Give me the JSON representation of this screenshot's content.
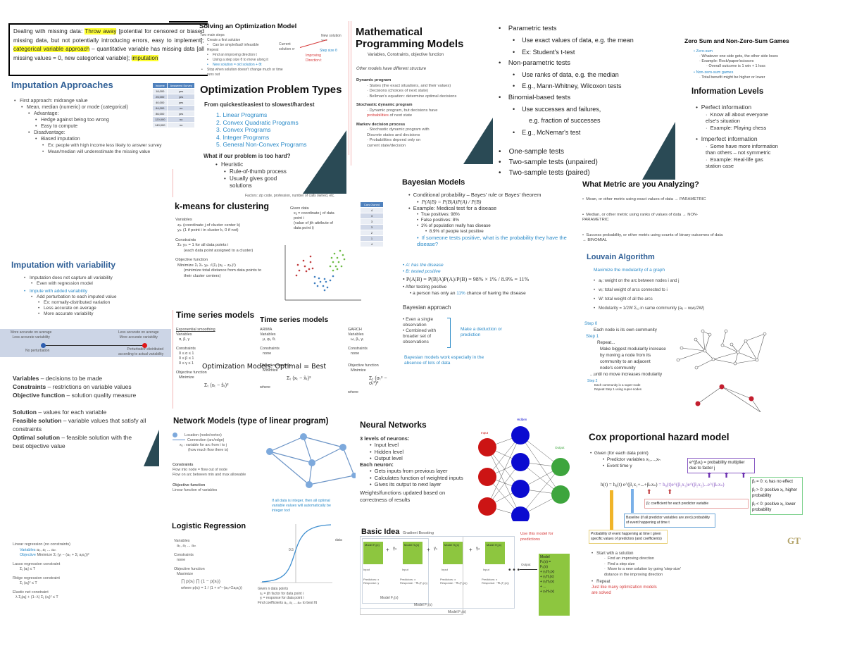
{
  "missing_data": {
    "prefix": "Dealing with missing data: ",
    "hl1": "Throw away",
    "t1": " [potential for censored or biased missing data, but not potentially introducing errors, easy to implement]; ",
    "hl2": "categorical variable approach",
    "t2": " – quantitative variable has missing data [all missing values = 0, new categorical variable]; ",
    "hl3": "imputation"
  },
  "imputation_approaches": {
    "title": "Imputation Approaches",
    "items": [
      "First approach: midrange value",
      "Mean, median (numeric) or mode (categorical)",
      "Advantage:",
      "Hedge against being too wrong",
      "Easy to compute",
      "Disadvantage:",
      "Biased imputation",
      "Ex: people with high income less likely to answer survey",
      "Mean/median will underestimate the missing value"
    ],
    "table": {
      "headers": [
        "Income",
        "Answered Survey"
      ],
      "rows": [
        [
          "18,000",
          "yes"
        ],
        [
          "25,000",
          "yes"
        ],
        [
          "40,000",
          "yes"
        ],
        [
          "64,000",
          "no"
        ],
        [
          "86,000",
          "yes"
        ],
        [
          "120,000",
          "no"
        ],
        [
          "140,000",
          "no"
        ]
      ]
    }
  },
  "imputation_variability": {
    "title": "Imputation with variability",
    "items": [
      "Imputation does not capture all variability",
      "Even with regression model",
      "Impute with added variability",
      "Add perturbation to each imputed value",
      "Ex: normally-distributed variation",
      "Less accurate on average",
      "More accurate variability"
    ],
    "scale": {
      "left_top": "More accurate on average\nLess accurate variability",
      "right_top": "Less accurate on average\nMore accurate variability",
      "left_bottom": "No perturbation",
      "right_bottom": "Perturbation distributed\naccording to actual variability"
    }
  },
  "definitions": [
    {
      "term": "Variables",
      "desc": " – decisions to be made"
    },
    {
      "term": "Constraints",
      "desc": " – restrictions on variable values"
    },
    {
      "term": "Objective function",
      "desc": " – solution quality measure"
    },
    {
      "term": "Solution",
      "desc": " – values for each variable"
    },
    {
      "term": "Feasible solution",
      "desc": " – variable values that satisfy all constraints"
    },
    {
      "term": "Optimal solution",
      "desc": " – feasible solution with the best objective value"
    }
  ],
  "regression_constraints": {
    "l1": "Linear regression (no constraints)",
    "l2_label": "Variables",
    "l2": " a₀, a₁ ... aₘ",
    "l3_label": "Objective",
    "l3": " Minimize Σᵢ (yᵢ − (a₀ + Σⱼ aⱼxᵢⱼ))²",
    "l4": "Lasso regression constraint",
    "l5": "Σⱼ |aⱼ| ≤ T",
    "l6": "Ridge regression constraint",
    "l7": "Σⱼ (aⱼ)² ≤ T",
    "l8": "Elastic net constraint",
    "l9": "λ Σⱼ|aⱼ| + (1−λ) Σⱼ (aⱼ)² ≤ T"
  },
  "solving": {
    "title": "Solving an Optimization Model",
    "intro": "Two main steps",
    "items": [
      "Create a first solution",
      "Can be simple/bad/ infeasible",
      "Repeat",
      "Find an improving direction t",
      "Using a step size θ to move along it",
      "New solution = old solution + θt",
      "Stop when solution doesn't change much or time runs out"
    ],
    "diagram": {
      "current": "Current solution xⁿ",
      "new": "New solution xⁿ⁺¹",
      "step": "Step size θ",
      "dir": "Improving Direction t"
    }
  },
  "opt_types": {
    "title": "Optimization Problem Types",
    "subtitle": "From quickest/easiest to slowest/hardest",
    "list": [
      "1.  Linear Programs",
      "2.  Convex Quadratic Programs",
      "3.  Convex Programs",
      "4.  Integer Programs",
      "5.  General Non-Convex Programs"
    ],
    "q": "What if our problem is too hard?",
    "heuristic": "Heuristic",
    "h1": "Rule-of-thumb process",
    "h2": "Usually gives good solutions",
    "factors": "Factors: zip code, profession, number of calls owned, etc."
  },
  "math_prog": {
    "title1": "Mathematical",
    "title2": "Programming Models",
    "subtitle": "Variables, Constraints, objective function",
    "other": "Other models have different structure",
    "dp": "Dynamic program",
    "dp_items": [
      "States (the exact situations, and their values)",
      "Decisions (choices of next state)",
      "Bellman's equation: determine optimal decisions"
    ],
    "sdp": "Stochastic dynamic program",
    "sdp_item_a": "Dynamic program, but decisions have",
    "sdp_item_red": "probabilities",
    "sdp_item_b": " of next state",
    "mdp": "Markov decision process",
    "mdp_items": [
      "Stochastic dynamic program with Discrete states and decisions",
      "Probabilities depend only on current state/decision"
    ]
  },
  "tests": {
    "items": [
      {
        "text": "Parametric tests",
        "level": 0
      },
      {
        "text": "Use exact values of data, e.g. the mean",
        "level": 1
      },
      {
        "text": "Ex: Student's t-test",
        "level": 1
      },
      {
        "text": "Non-parametric tests",
        "level": 0
      },
      {
        "text": "Use ranks of data, e.g. the median",
        "level": 1
      },
      {
        "text": "E.g., Mann-Whitney, Wilcoxon tests",
        "level": 1
      },
      {
        "text": "Binomial-based tests",
        "level": 0
      },
      {
        "text": "Use successes and failures,",
        "level": 1
      },
      {
        "text": "e.g. fraction of successes",
        "level": 2
      },
      {
        "text": "E.g., McNemar's test",
        "level": 1
      }
    ],
    "samples": [
      "One-sample tests",
      "Two-sample tests (unpaired)",
      "Two-sample tests (paired)"
    ]
  },
  "zero_sum": {
    "title": "Zero Sum and Non-Zero-Sum Games",
    "zs": "Zero-sum",
    "zs_items": [
      "Whatever one side gets, the other side loses",
      "Example: Rock/paper/scissors"
    ],
    "zs_sub": "Overall outcome is 1 win + 1 loss",
    "nzs": "Non-zero-sum games",
    "nzs_item": "Total benefit might be higher or lower"
  },
  "info_levels": {
    "title": "Information Levels",
    "perfect": "Perfect information",
    "p1": "Know all about everyone else's situation",
    "p2": "Example: Playing chess",
    "imperfect": "Imperfect information",
    "i1": "Some have more information than others – not symmetric",
    "i2": "Example: Real-life gas station case"
  },
  "kmeans": {
    "title": "k-means for clustering",
    "vars": "Variables",
    "v1": "zⱼₖ (coordinate j of cluster center k)",
    "v2": "yᵢₖ (1 if point i in cluster k, 0 if not)",
    "cons": "Constraints",
    "c1": "Σₖ yᵢₖ = 1  for all data points i",
    "c2": "(each data point assigned to a cluster)",
    "obj": "Objective function",
    "o1": "Minimize Σᵢ Σₖ yᵢₖ √(Σⱼ (xᵢⱼ − zⱼₖ)²)",
    "o2": "(minimize total distance from data points to their cluster centers)",
    "given": "Given data",
    "g1": "xᵢⱼ = coordinate j of data point i",
    "g2": "(value of jth attribute of data point i)",
    "table_header": "Cars Owned",
    "table_vals": [
      "4",
      "3",
      "3",
      "3",
      "2",
      "1",
      "4"
    ]
  },
  "bayes": {
    "title": "Bayesian Models",
    "cond": "Conditional probability – Bayes' rule or Bayes' theorem",
    "formula": "P(A|B) = P(B|A)P(A) / P(B)",
    "example": "Example: Medical test for a disease",
    "ex_items": [
      "True positives: 98%",
      "False positives: 8%",
      "1% of population really has disease"
    ],
    "ex_sub": "8.9% of people test positive",
    "question": "If someone tests positive, what is the probability they have the disease?",
    "a": "A: has the disease",
    "b": "B: tested positive",
    "calc": "P(A|B) = P(B|A)P(A)/P(B) = 98% × 1% / 8.9% = 11%",
    "after": "After testing positive",
    "after_sub_a": "a person has only an ",
    "after_sub_pct": "11%",
    "after_sub_b": " chance of having the disease",
    "approach": "Bayesian approach",
    "ap1": "Even a single observation",
    "ap2": "Combined with broader set of observations",
    "deduce": "Make a deduction or prediction",
    "note": "Bayesian models work especially in the absence of lots of data"
  },
  "metric": {
    "title": "What Metric are you Analyzing?",
    "m1": "Mean, or other metric using exact values of data → PARAMETRIC",
    "m2": "Median, or other metric using ranks of values of data → NON-PARAMETRIC",
    "m3": "Success probability, or other metric using counts of binary outcomes of data → BINOMIAL"
  },
  "louvain": {
    "title": "Louvain Algorithm",
    "sub": "Maximize the modularity of a graph",
    "items": [
      "aᵢⱼ: weight on the arc between nodes i and j",
      "wᵢ: total weight of arcs connected to i",
      "W: total weight of all the arcs",
      "Modularity = 1/2W Σᵢ,ⱼ in same community (aᵢⱼ − wᵢwⱼ/2W)"
    ],
    "step0": "Step 0",
    "step0_t": "Each node is its own community",
    "step1": "Step 1",
    "step1_lines": [
      "Repeat...",
      "Make biggest modularity increase",
      "by moving a node from its",
      "community to an adjacent",
      "node's community",
      "...until no move increases modularity"
    ],
    "step2": "Step 2",
    "step2_lines": [
      "Each community is a super-node",
      "Repeat Step 1 using super-nodes"
    ]
  },
  "timeseries": {
    "title1": "Time series models",
    "title2": "Time series models",
    "overlay": "Optimization Models: Optimal = Best",
    "es": {
      "name": "Exponential smoothing",
      "vars": "Variables",
      "v": "α, β, γ",
      "cons": "Constraints",
      "c": [
        "0 ≤ α ≤ 1",
        "0 ≤ β ≤ 1",
        "0 ≤ γ ≤ 1"
      ],
      "obj": "Objective function",
      "o": "Minimize",
      "f": "Σₜ (xₜ − ŝₜ)²"
    },
    "arima": {
      "name": "ARIMA",
      "vars": "Variables",
      "v": "μ, φᵢ, θᵢ",
      "cons": "Constraints",
      "c": "none",
      "obj": "Objective function",
      "o": "Minimize",
      "f": "Σₜ (xₜ − x̂ₜ)²",
      "where": "where"
    },
    "garch": {
      "name": "GARCH",
      "vars": "Variables",
      "v": "ω, βᵢ, γᵢ",
      "cons": "Constraints",
      "c": "none",
      "obj": "Objective function",
      "o": "Minimize",
      "f": "Σₜ (σₜ² − σ̂ₜ²)²",
      "where": "where"
    }
  },
  "network": {
    "title": "Network Models (type of linear program)",
    "legend_node": "Location (node/vertex)",
    "legend_edge": "Connection (arc/edge)",
    "xij": "xᵢⱼ : variable for arc from i to j",
    "xij2": "(how much flow there is)",
    "cons": "Constraints",
    "c1": "Flow into node = flow out of node",
    "c2": "Flow on arc between min and max allowable",
    "obj": "Objective function",
    "o1": "Linear function of variables",
    "note": "If all data is integer, then all optimal variable values will automatically be integer too!"
  },
  "logistic": {
    "title": "Logistic Regression",
    "vars": "Variables",
    "v": "a₀, a₁ ... aₘ",
    "cons": "Constraints",
    "c": "none",
    "obj": "Objective function",
    "o": "Maximize",
    "f": "∏ p(xᵢ) ∏ (1 − p(xᵢ))",
    "where": "where p(xᵢ) = 1 / (1 + e^−(a₀+Σaⱼxᵢⱼ))",
    "given": "Given n data points",
    "g1": "xᵢⱼ = jth factor for data point i",
    "g2": "yᵢ = response for data point i",
    "g3": "Find coefficients a₀, a₁ ... aₘ to best fit",
    "ylabel": "0.5",
    "side": "data"
  },
  "neural": {
    "title": "Neural Networks",
    "levels": "3 levels of neurons:",
    "l": [
      "Input level",
      "Hidden level",
      "Output level"
    ],
    "each": "Each neuron:",
    "e": [
      "Gets inputs from previous layer",
      "Calculates function of weighted inputs",
      "Gives its output to next layer"
    ],
    "update": "Weights/functions updated based on correctness of results",
    "lbl_input": "Input",
    "lbl_hidden": "Hidden",
    "lbl_output": "Output"
  },
  "boosting": {
    "title": "Basic Idea",
    "sub": "Gradient Boosting",
    "use": "Use this model for predictions",
    "models": [
      "Model F₀(x)",
      "Model H₀(x)",
      "Model H₁(x)",
      "Model H₂(x)"
    ],
    "gammas": [
      "+",
      "γ₀",
      "+",
      "γ₁",
      "+",
      "γ₂"
    ],
    "input": "Input",
    "preds": [
      "Predictors: x\nResponse: y",
      "Predictors: x\nResponse: −∇L(F₀(x))",
      "Predictors: x\nResponse: −∇L(F₁(x))",
      "Predictors: x\nResponse: −∇L(F₂(x))"
    ],
    "outer": [
      "Model F₁(x)",
      "Model F₂(x)",
      "Model F₃(x)"
    ],
    "output": "Output",
    "final": [
      "Model",
      "Fₙ(x) =",
      "",
      "F₀(x)",
      "+ γ₀H₀(x)",
      "+ γ₁H₁(x)",
      "+ γ₂H₂(x)",
      "+ ...",
      "+ γₙHₙ(x)"
    ]
  },
  "cox": {
    "title": "Cox proportional hazard model",
    "given": "Given (for each data point)",
    "g1": "Predictor variables x₁,...,xₙ",
    "g2": "Event time y",
    "formula_a": "h(t) = h₀(t) e^(β₁x₁+...+βₙxₙ)",
    "formula_b": " = h₀(t)e^(β₁x₁)e^(β₂x₂)...e^(βₙxₙ)",
    "mult": "e^(βⱼxⱼ) = probability multiplier due to factor j",
    "coef": "βⱼ: coefficient for each predictor variable",
    "base": "Baseline (if all predictor variables are zero) probability of event happening at time t",
    "prob": "Probability of event happening at time t given specific values of predictors (and coefficients)",
    "b0": "βⱼ = 0: xⱼ has no effect",
    "bp": "βⱼ > 0: positive xⱼ, higher probability",
    "bn": "βⱼ < 0: positive xⱼ, lower probability",
    "logo": "GT"
  },
  "gradient": {
    "start": "Start with a solution",
    "s": [
      "Find an improving direction",
      "Find a step size",
      "Move to a new solution by going 'step-size' distance in the improving direction"
    ],
    "repeat": "Repeat",
    "note": "Just like many optimization models are solved"
  },
  "colors": {
    "heading_blue": "#2f5f96",
    "link_blue": "#2a8ac8",
    "accent_red": "#d63a3a",
    "teal_triangle": "#2a4a55",
    "highlight": "#ffff33"
  }
}
